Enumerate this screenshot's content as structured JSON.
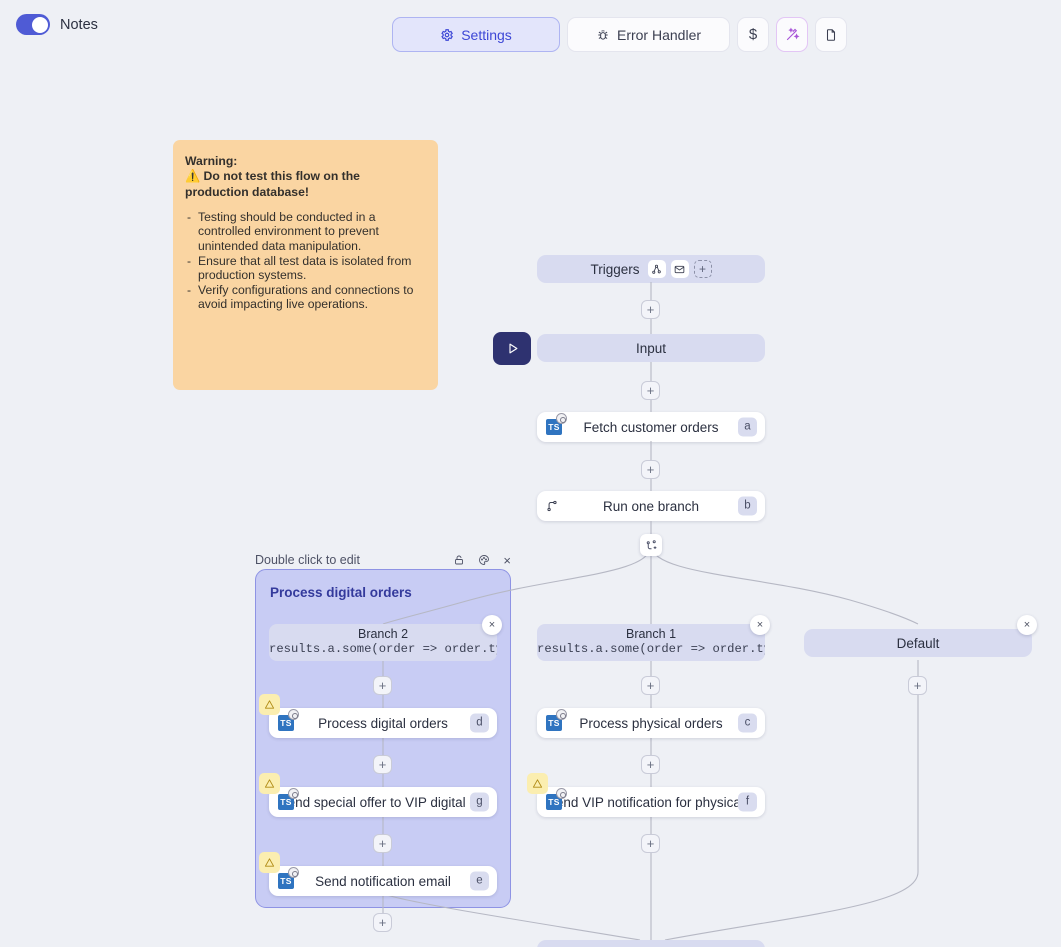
{
  "topbar": {
    "notes_label": "Notes",
    "notes_toggle_state": "on",
    "buttons": [
      {
        "label": "Settings",
        "icon": "gear-icon",
        "active": true
      },
      {
        "label": "Error Handler",
        "icon": "bug-icon",
        "active": false
      },
      {
        "label": "$",
        "icon": "dollar-icon",
        "active": false
      },
      {
        "label": "",
        "icon": "magic-wand-icon",
        "active": false
      },
      {
        "label": "",
        "icon": "document-icon",
        "active": false
      }
    ]
  },
  "note": {
    "line1": "Warning:",
    "line2": "⚠️ Do not test this flow on the production database!",
    "bullets": [
      "Testing should be conducted in a controlled environment to prevent unintended data manipulation.",
      "Ensure that all test data is isolated from production systems.",
      "Verify configurations and connections to avoid impacting live operations."
    ]
  },
  "flow": {
    "triggers": {
      "label": "Triggers",
      "icons": [
        "webhook-icon",
        "envelope-icon",
        "add-trigger-icon"
      ]
    },
    "input": {
      "label": "Input"
    },
    "run_button": {
      "icon": "play-icon"
    },
    "nodes": [
      {
        "label": "Fetch customer orders",
        "key": "a",
        "icon": "typescript-icon",
        "warning": false
      },
      {
        "label": "Run one branch",
        "key": "b",
        "icon": "branch-icon",
        "warning": false
      },
      {
        "label": "Process physical orders",
        "key": "c",
        "icon": "typescript-icon",
        "warning": false
      },
      {
        "label": "Send VIP notification for physical...",
        "key": "f",
        "icon": "typescript-icon",
        "warning": true
      },
      {
        "label": "Process digital orders",
        "key": "d",
        "icon": "typescript-icon",
        "warning": true
      },
      {
        "label": "Send special offer to VIP digital c...",
        "key": "g",
        "icon": "typescript-icon",
        "warning": true
      },
      {
        "label": "Send notification email",
        "key": "e",
        "icon": "typescript-icon",
        "warning": true
      }
    ],
    "branches": [
      {
        "name": "Branch 2",
        "expression": "results.a.some(order => order.type"
      },
      {
        "name": "Branch 1",
        "expression": "results.a.some(order => order.type"
      },
      {
        "name": "Default",
        "expression": ""
      }
    ],
    "group": {
      "header_hint": "Double click to edit",
      "title": "Process digital orders",
      "header_icons": [
        "lock-icon",
        "palette-icon",
        "close-icon"
      ]
    },
    "plus_label": "+",
    "close_label": "×"
  },
  "colors": {
    "canvas": "#eef0f5",
    "accent": "#4f5bd5",
    "node_bar": "#d8dbf0",
    "group_fill": "#c8ccf4",
    "group_border": "#8e93e4",
    "note_bg": "#fad5a2",
    "warning_badge": "#fbeeb0"
  }
}
